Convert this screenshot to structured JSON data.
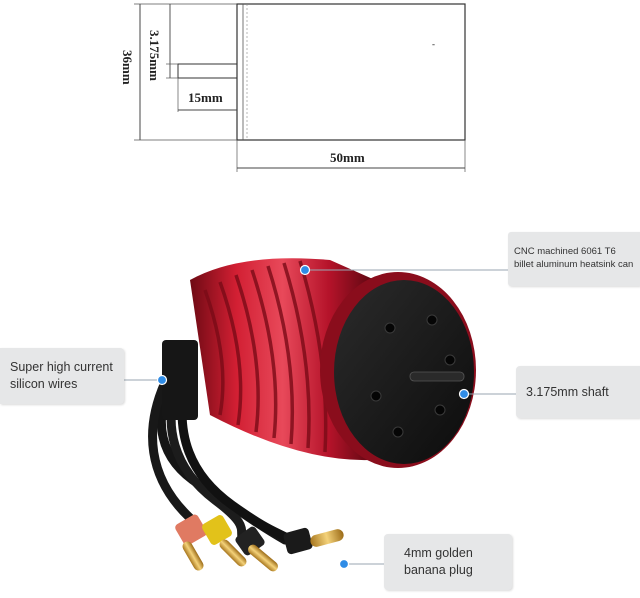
{
  "drawing": {
    "dim_shaft_diameter": "3.175mm",
    "dim_body_diameter": "36mm",
    "dim_shaft_length": "15mm",
    "dim_body_length": "50mm"
  },
  "callouts": {
    "heatsink": {
      "line1": "CNC machined 6061 T6",
      "line2": "billet aluminum heatsink can"
    },
    "wires": {
      "line1": "Super high current",
      "line2": "silicon wires"
    },
    "shaft": {
      "line1": "3.175mm shaft"
    },
    "plug": {
      "line1": "4mm golden",
      "line2": "banana plug"
    }
  },
  "colors": {
    "motor_red": "#c0162b",
    "pointer_blue": "#2f8ce6",
    "callout_bg": "#e6e7e8"
  }
}
